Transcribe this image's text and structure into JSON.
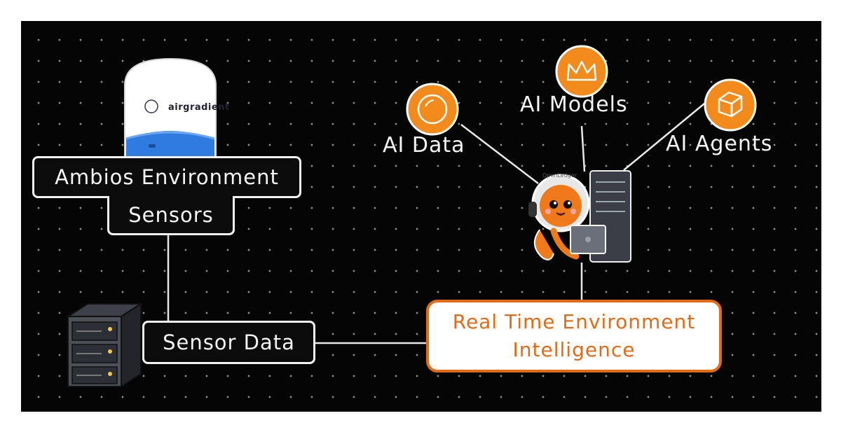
{
  "sensors_label": {
    "line1": "Ambios Environment",
    "line2": "Sensors"
  },
  "sensor_brand": "airgradient",
  "sensor_data_label": "Sensor Data",
  "intelligence_label": {
    "line1": "Real Time Environment",
    "line2": "Intelligence"
  },
  "mascot_text": "OpenLedger",
  "ai_nodes": [
    {
      "label": "AI Data",
      "icon": "sphere-icon"
    },
    {
      "label": "AI Models",
      "icon": "crown-icon"
    },
    {
      "label": "AI Agents",
      "icon": "cube-icon"
    }
  ],
  "colors": {
    "background": "#050505",
    "accent": "#f28a1c",
    "intelligence_border": "#e46a16",
    "text": "#f4f4f4"
  }
}
